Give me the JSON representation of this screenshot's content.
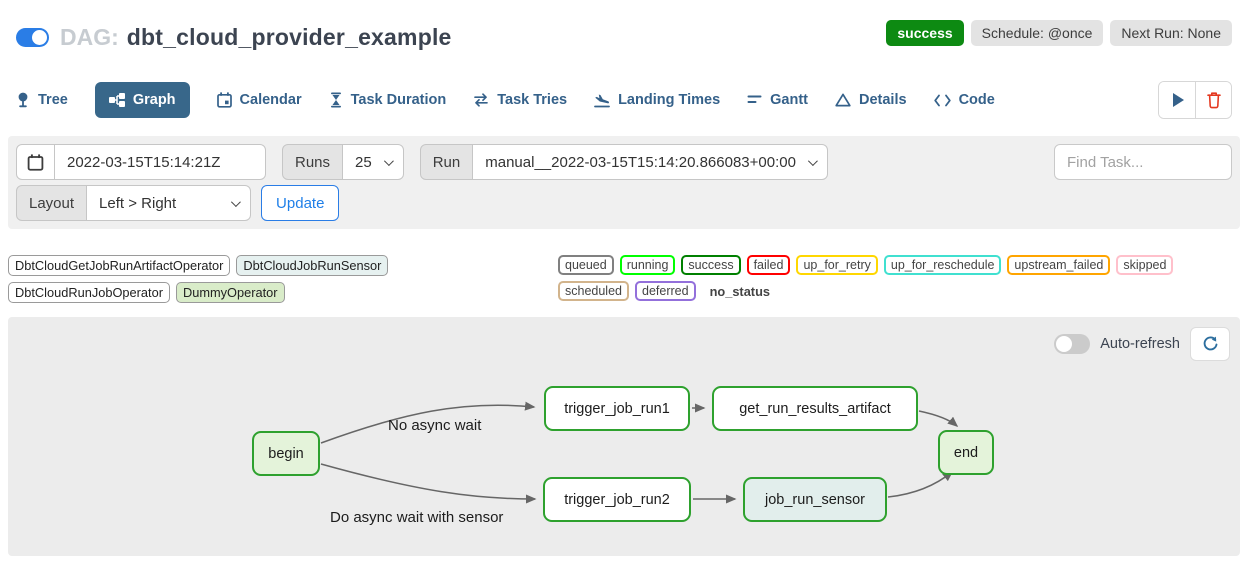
{
  "header": {
    "dag_label": "DAG:",
    "dag_name": "dbt_cloud_provider_example",
    "status_badge": "success",
    "schedule_badge": "Schedule: @once",
    "next_run_badge": "Next Run: None"
  },
  "tabs": [
    {
      "label": "Tree"
    },
    {
      "label": "Graph",
      "active": true
    },
    {
      "label": "Calendar"
    },
    {
      "label": "Task Duration"
    },
    {
      "label": "Task Tries"
    },
    {
      "label": "Landing Times"
    },
    {
      "label": "Gantt"
    },
    {
      "label": "Details"
    },
    {
      "label": "Code"
    }
  ],
  "filter_bar": {
    "execution_date": "2022-03-15T15:14:21Z",
    "runs_label": "Runs",
    "runs_selected": "25",
    "run_label": "Run",
    "run_selected": "manual__2022-03-15T15:14:20.866083+00:00",
    "find_task_placeholder": "Find Task...",
    "layout_label": "Layout",
    "layout_selected": "Left > Right",
    "update_button": "Update"
  },
  "legend": {
    "operators": [
      {
        "label": "DbtCloudGetJobRunArtifactOperator",
        "color": "#ffffff"
      },
      {
        "label": "DbtCloudJobRunSensor",
        "color": "#e6f1f0"
      },
      {
        "label": "DbtCloudRunJobOperator",
        "color": "#ffffff"
      },
      {
        "label": "DummyOperator",
        "color": "#d9ecc9"
      }
    ],
    "statuses": [
      {
        "label": "queued",
        "color": "#808080"
      },
      {
        "label": "running",
        "color": "#00ff00"
      },
      {
        "label": "success",
        "color": "#008000"
      },
      {
        "label": "failed",
        "color": "#ff0000"
      },
      {
        "label": "up_for_retry",
        "color": "#ffd700"
      },
      {
        "label": "up_for_reschedule",
        "color": "#40e0d0"
      },
      {
        "label": "upstream_failed",
        "color": "#ffa500"
      },
      {
        "label": "skipped",
        "color": "#ffc0cb"
      },
      {
        "label": "scheduled",
        "color": "#d2b48c"
      },
      {
        "label": "deferred",
        "color": "#9370db"
      }
    ],
    "no_status_label": "no_status"
  },
  "graph": {
    "auto_refresh_label": "Auto-refresh",
    "edge_labels": [
      "No async wait",
      "Do async wait with sensor"
    ],
    "nodes": [
      {
        "label": "begin"
      },
      {
        "label": "trigger_job_run1"
      },
      {
        "label": "get_run_results_artifact"
      },
      {
        "label": "end"
      },
      {
        "label": "trigger_job_run2"
      },
      {
        "label": "job_run_sensor"
      }
    ]
  },
  "colors": {
    "accent_blue": "#2a7de6",
    "tab_navy": "#35618a",
    "active_tab_bg": "#38678a",
    "success_badge_bg": "#0d8a12",
    "node_border_green": "#2ea12e",
    "node_fill_green": "#e4f3da",
    "sensor_fill_teal": "#e2eeec",
    "edge_gray": "#666666",
    "trash_red": "#e43921"
  }
}
